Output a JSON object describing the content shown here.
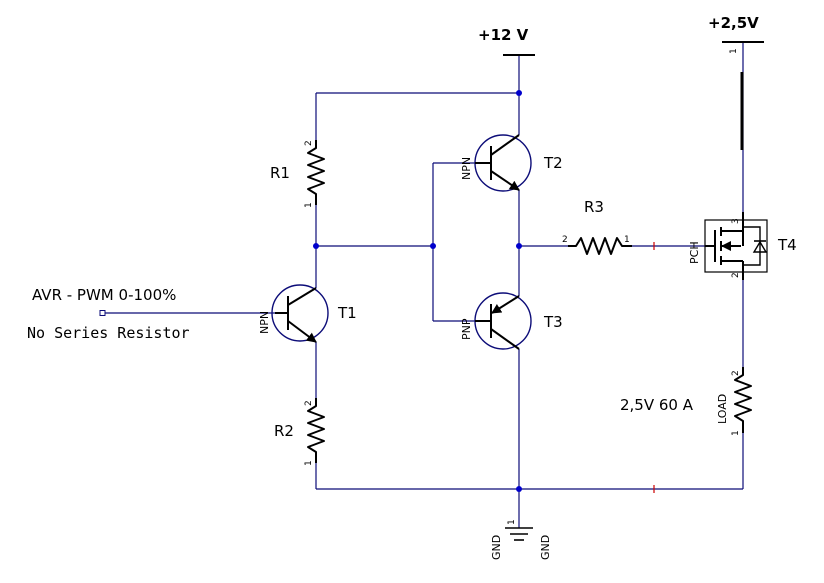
{
  "supplies": {
    "v12": "+12 V",
    "v2_5": "+2,5V"
  },
  "input": {
    "label": "AVR - PWM 0-100%",
    "note": "No Series Resistor"
  },
  "resistors": {
    "r1": "R1",
    "r2": "R2",
    "r3": "R3"
  },
  "transistors": {
    "t1": {
      "name": "T1",
      "type": "NPN"
    },
    "t2": {
      "name": "T2",
      "type": "NPN"
    },
    "t3": {
      "name": "T3",
      "type": "PNP"
    },
    "t4": {
      "name": "T4",
      "type": "PCH"
    }
  },
  "load": {
    "label": "LOAD",
    "rating": "2,5V  60 A"
  },
  "ground": {
    "left": "GND",
    "right": "GND"
  },
  "pins": {
    "p1": "1",
    "p2": "2",
    "p3": "3"
  },
  "colors": {
    "wire": "#0c0c78",
    "junction": "#0000cc",
    "component": "#000000",
    "marker": "#cc0000"
  }
}
